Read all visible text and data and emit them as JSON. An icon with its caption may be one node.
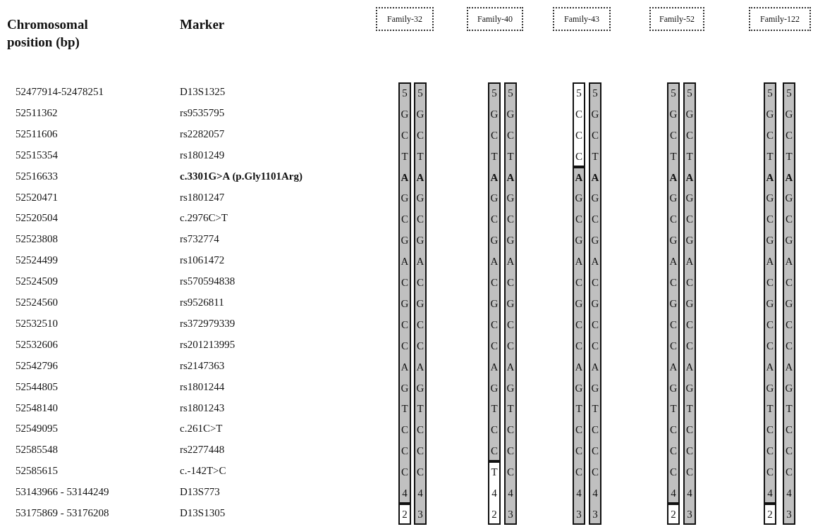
{
  "diagram": {
    "nodes": [
      {
        "text": [
          "Family-32"
        ]
      },
      {
        "text": [
          "Family-40"
        ]
      },
      {
        "text": [
          "Family-43"
        ]
      },
      {
        "text": [
          "Family-52"
        ]
      },
      {
        "text": [
          "Family-122"
        ]
      },
      {
        "text": [
          "5",
          "G",
          "C",
          "T",
          "A",
          "G",
          "C",
          "G",
          "A",
          "C",
          "G",
          "C",
          "C",
          "A",
          "G",
          "T",
          "C",
          "C",
          "C",
          "4"
        ]
      },
      {
        "text": [
          "2"
        ]
      },
      {
        "text": [
          "5",
          "G",
          "C",
          "T",
          "A",
          "G",
          "C",
          "G",
          "A",
          "C",
          "G",
          "C",
          "C",
          "A",
          "G",
          "T",
          "C",
          "C",
          "C",
          "4",
          "3"
        ]
      },
      {
        "text": [
          "5",
          "G",
          "C",
          "T",
          "A",
          "G",
          "C",
          "G",
          "A",
          "C",
          "G",
          "C",
          "C",
          "A",
          "G",
          "T",
          "C",
          "C"
        ]
      },
      {
        "text": [
          "T",
          "4",
          "2"
        ]
      },
      {
        "text": [
          "5",
          "G",
          "C",
          "T",
          "A",
          "G",
          "C",
          "G",
          "A",
          "C",
          "G",
          "C",
          "C",
          "A",
          "G",
          "T",
          "C",
          "C",
          "C",
          "4",
          "3"
        ]
      },
      {
        "text": [
          "5",
          "C",
          "C",
          "C"
        ]
      },
      {
        "text": [
          "A",
          "G",
          "C",
          "G",
          "A",
          "C",
          "G",
          "C",
          "C",
          "A",
          "G",
          "T",
          "C",
          "C",
          "C",
          "4",
          "3"
        ]
      },
      {
        "text": [
          "5",
          "G",
          "C",
          "T",
          "A",
          "G",
          "C",
          "G",
          "A",
          "C",
          "G",
          "C",
          "C",
          "A",
          "G",
          "T",
          "C",
          "C",
          "C",
          "4",
          "3"
        ]
      },
      {
        "text": [
          "5",
          "G",
          "C",
          "T",
          "A",
          "G",
          "C",
          "G",
          "A",
          "C",
          "G",
          "C",
          "C",
          "A",
          "G",
          "T",
          "C",
          "C",
          "C",
          "4"
        ]
      },
      {
        "text": [
          "2"
        ]
      },
      {
        "text": [
          "5",
          "G",
          "C",
          "T",
          "A",
          "G",
          "C",
          "G",
          "A",
          "C",
          "G",
          "C",
          "C",
          "A",
          "G",
          "T",
          "C",
          "C",
          "C",
          "4",
          "3"
        ]
      },
      {
        "text": [
          "5",
          "G",
          "C",
          "T",
          "A",
          "G",
          "C",
          "G",
          "A",
          "C",
          "G",
          "C",
          "C",
          "A",
          "G",
          "T",
          "C",
          "C",
          "C",
          "4"
        ]
      },
      {
        "text": [
          "2"
        ]
      },
      {
        "text": [
          "5",
          "G",
          "C",
          "T",
          "A",
          "G",
          "C",
          "G",
          "A",
          "C",
          "G",
          "C",
          "C",
          "A",
          "G",
          "T",
          "C",
          "C",
          "C",
          "4",
          "3"
        ]
      }
    ],
    "labels": [
      "Chromosomal position (bp)",
      "Marker",
      "52477914-52478251",
      "D13S1325",
      "52511362",
      "rs9535795",
      "52511606",
      "rs2282057",
      "52515354",
      "rs1801249",
      "52516633",
      "c.3301G>A (p.Gly1101Arg)",
      "52520471",
      "rs1801247",
      "52520504",
      "c.2976C>T",
      "52523808",
      "rs732774",
      "52524499",
      "rs1061472",
      "52524509",
      "rs570594838",
      "52524560",
      "rs9526811",
      "52532510",
      "rs372979339",
      "52532606",
      "rs201213995",
      "52542796",
      "rs2147363",
      "52544805",
      "rs1801244",
      "52548140",
      "rs1801243",
      "52549095",
      "c.261C>T",
      "52585548",
      "rs2277448",
      "52585615",
      "c.-142T>C",
      "53143966 - 53144249",
      "D13S773",
      "53175869 - 53176208",
      "D13S1305"
    ]
  }
}
